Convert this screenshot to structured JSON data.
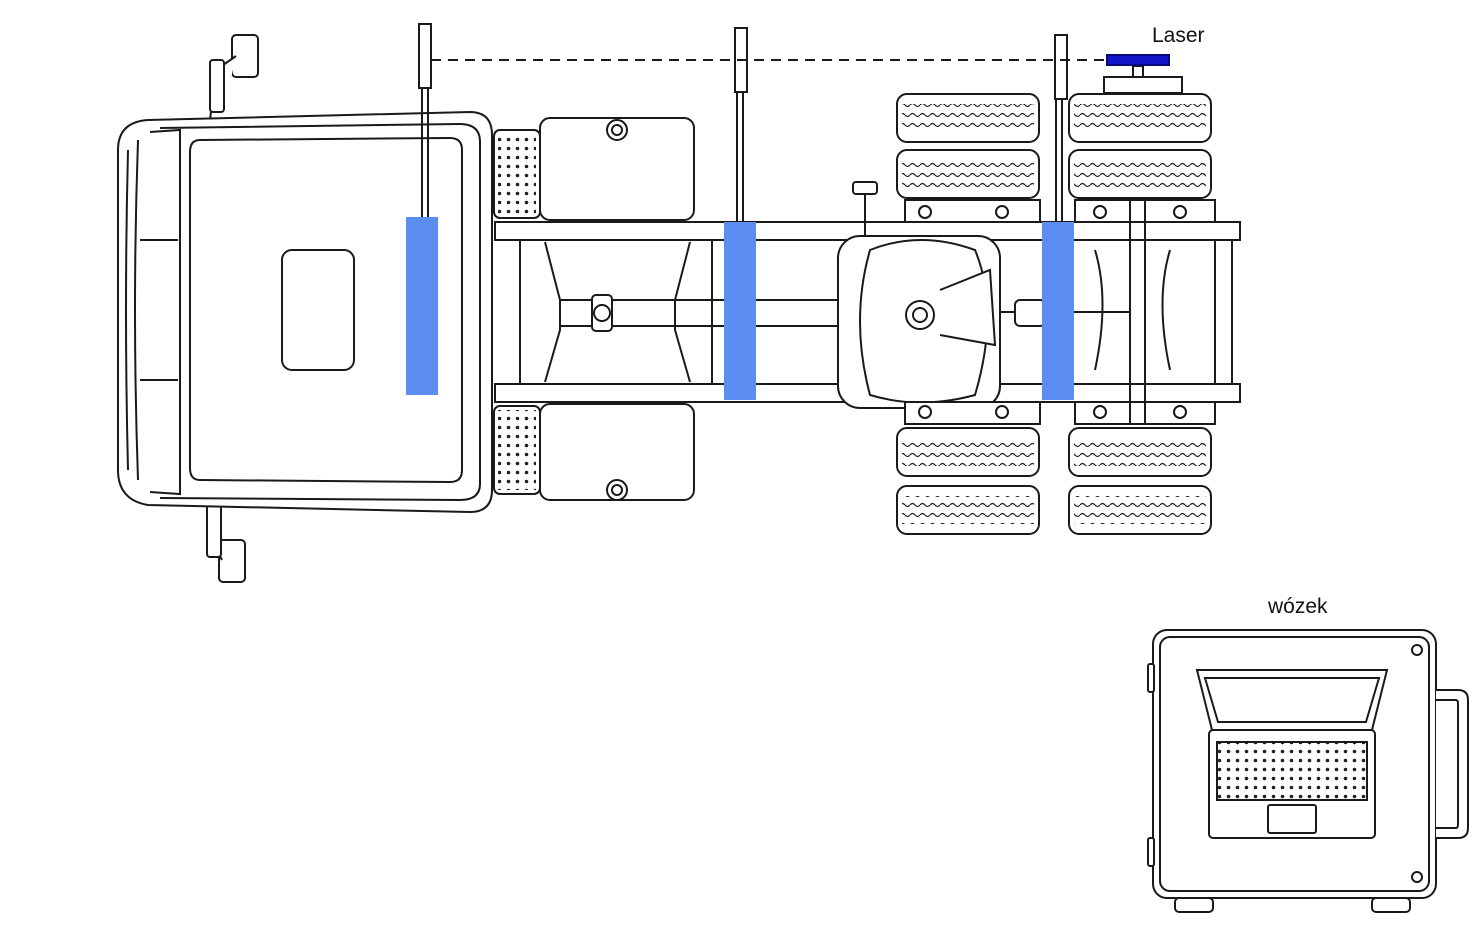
{
  "labels": {
    "laser": "Laser",
    "cart": "wózek"
  },
  "colors": {
    "target_plate": "#5b8ef0",
    "laser_head": "#1414c8",
    "outline": "#1a1a1a",
    "background": "#ffffff"
  },
  "icons": [
    "truck-chassis-top-view",
    "laser-emitter",
    "measurement-pole",
    "target-plate",
    "cart-with-laptop"
  ]
}
